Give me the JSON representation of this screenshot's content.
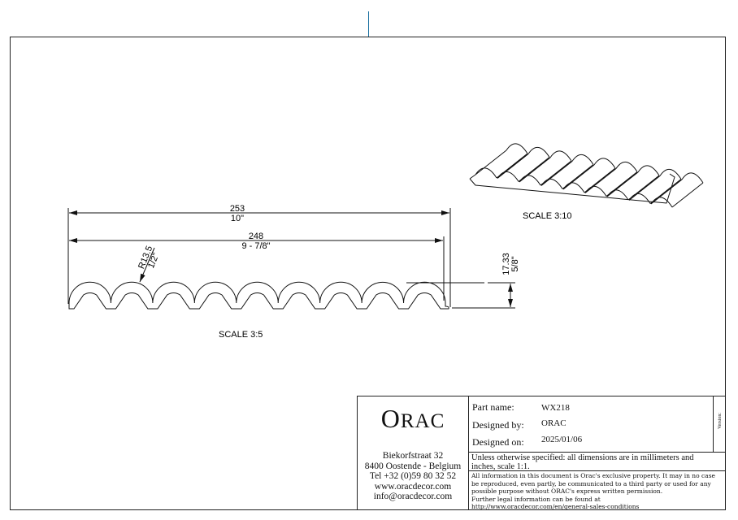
{
  "drawing": {
    "main_view": {
      "overall_width_mm": "253",
      "overall_width_in": "10\"",
      "inner_width_mm": "248",
      "inner_width_in": "9 - 7/8\"",
      "radius_mm": "R13.5",
      "radius_in": "1/2\"",
      "height_mm": "17.33",
      "height_in": "5/8\"",
      "scale_label": "SCALE 3:5",
      "arch_count": 9
    },
    "iso_view": {
      "scale_label": "SCALE 3:10"
    }
  },
  "title_block": {
    "logo_text": "ORAC",
    "address": [
      "Biekorfstraat 32",
      "8400 Oostende - Belgium",
      "Tel  +32 (0)59 80 32 52",
      "www.oracdecor.com",
      "info@oracdecor.com"
    ],
    "part_name_label": "Part name:",
    "part_name": "WX218",
    "designed_by_label": "Designed by:",
    "designed_by": "ORAC",
    "designed_on_label": "Designed on:",
    "designed_on": "2025/01/06",
    "version_label": "Version:",
    "units_note": "Unless otherwise specified: all dimensions are in millimeters and inches, scale 1:1.",
    "legal_lines": [
      "All information in this document is Orac's exclusive property.  It may in no case",
      "be reproduced, even partly, be communicated to a third party or used for any",
      "possible purpose without ORAC's express written permission.",
      "Further legal information can be found at",
      "http://www.oracdecor.com/en/general-sales-conditions"
    ]
  }
}
